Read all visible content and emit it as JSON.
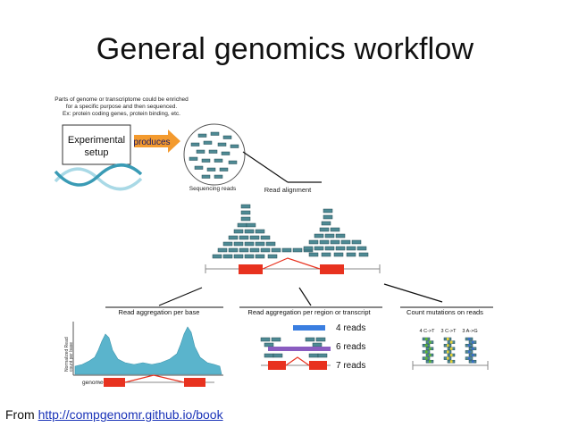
{
  "slide": {
    "title": "General genomics workflow",
    "credit_prefix": "From ",
    "credit_link": "http://compgenomr.github.io/book"
  },
  "diagram": {
    "intro_lines": [
      "Parts of genome or transcriptome could be enriched",
      "for a specific purpose and then sequenced.",
      "Ex: protein coding genes, protein binding, etc."
    ],
    "setup_box": [
      "Experimental",
      "setup"
    ],
    "produces_label": "produces",
    "sequencing_reads_label": "Sequencing reads",
    "read_alignment_label": "Read alignment",
    "branches": {
      "per_base": "Read aggregation per base",
      "per_region": "Read aggregation per region or transcript",
      "mutations": "Count mutations on reads"
    },
    "y_axis_label": [
      "Normalized Read",
      "count per base"
    ],
    "genome_label": "genome",
    "read_counts": [
      "4 reads",
      "6 reads",
      "7 reads"
    ],
    "mutation_labels": [
      "4 C->T",
      "3 C->T",
      "3 A->G"
    ]
  },
  "colors": {
    "read_fill": "#4e8a94",
    "read_outline": "#244a52",
    "exon_red": "#e8321f",
    "intron_line": "#e8321f",
    "arrow_orange": "#f39a2e",
    "coverage_fill": "#5ab4cc",
    "dna_teal": "#3a9bb5",
    "dna_light": "#a9d9e6",
    "blue_read": "#3a7ee0",
    "purple_read": "#8a5cc0",
    "mut_green": "#5cb82e",
    "mut_yellow": "#e8d230",
    "mut_blue": "#3a6ec8",
    "link_blue": "#1a33b8"
  }
}
